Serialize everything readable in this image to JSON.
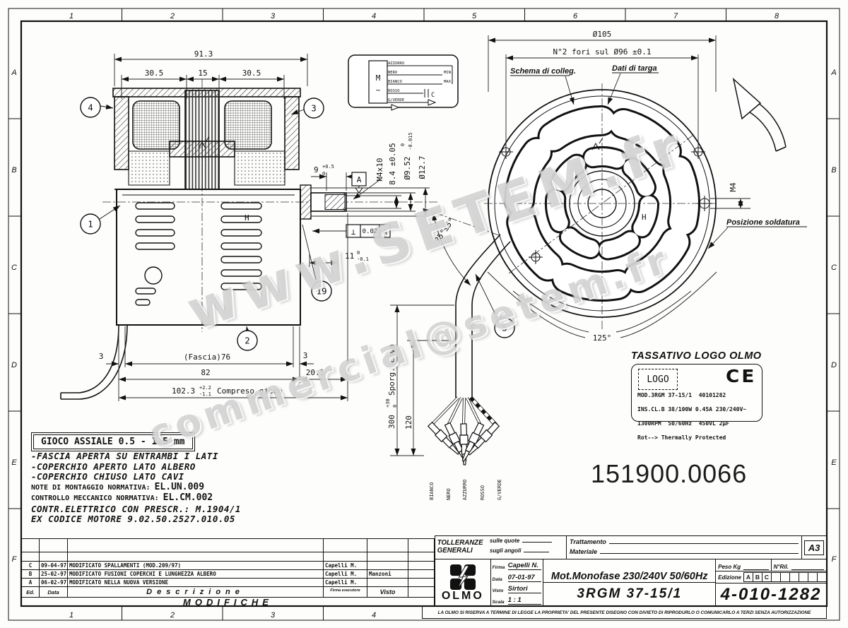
{
  "watermark": {
    "line1": "www.SETEM.fr",
    "line2": "commercial@setem.fr"
  },
  "border": {
    "top_zones": [
      "1",
      "2",
      "3",
      "4",
      "5",
      "6",
      "7",
      "8"
    ],
    "bottom_zones": [
      "1",
      "2",
      "3",
      "4"
    ],
    "left_rows": [
      "A",
      "B",
      "C",
      "D",
      "E",
      "F"
    ],
    "right_rows": [
      "A",
      "B",
      "C",
      "D",
      "E",
      "F"
    ]
  },
  "section_view": {
    "dim_total": "91.3",
    "dim_a": "30.5",
    "dim_b": "15",
    "dim_c": "30.5",
    "b1": "1",
    "b2": "2",
    "b3": "3",
    "b4": "4",
    "b19": "19",
    "label_h": "H",
    "shaft": {
      "dim_len": "9",
      "tolp": "+0.5",
      "tolm": "0",
      "thread": "M4x10",
      "dia1": "8.4 ±0.05",
      "dia2": "Ø9.52",
      "dia2_tp": "0",
      "dia2_tm": "-0.015",
      "dia3": "Ø12.7",
      "datum": "A",
      "gdt_sym": "⊥",
      "gdt_val": "0.02",
      "gdt_ref": "A",
      "len11": "11",
      "len11_tp": "0",
      "len11_tm": "-0.1"
    },
    "bottom": {
      "d3l": "3",
      "fascia": "(Fascia)76",
      "d3r": "3",
      "d82": "82",
      "d203": "20.3",
      "d1023": "102.3",
      "tp": "+2.2",
      "tm": "-1.1",
      "note": "Compreso gioco"
    }
  },
  "wiring_box": {
    "motor": "M",
    "tilde": "~",
    "wires": [
      "AZZURRO",
      "NERO",
      "BIANCO",
      "ROSSO",
      "G/VERDE"
    ],
    "min": "MIN.",
    "max": "MAX.",
    "cap": "C"
  },
  "front_view": {
    "dia105": "Ø105",
    "holes": "N°2 fori sul Ø96 ±0.1",
    "schema": "Schema di colleg.",
    "targa": "Dati di targa",
    "m4": "M4",
    "sold": "Posizione soldatura",
    "a125": "125°",
    "a25": "25°±5°",
    "h": "H",
    "b5": "5"
  },
  "cable": {
    "d120": "120",
    "d300": "300",
    "tp": "+30",
    "tm": "0",
    "note": "Sporg. cavo",
    "labels": [
      "BIANCO",
      "NERO",
      "AZZURRO",
      "ROSSO",
      "G/VERDE"
    ]
  },
  "nameplate": {
    "heading": "TASSATIVO LOGO OLMO",
    "logo": "LOGO",
    "ce": "CE",
    "line1": "MOD.3RGM 37-15/1  40101282",
    "line2": "INS.CL.B 38/100W 0.45A 230/240V~",
    "line3": "1300RPM  50/60Hz  450VL 2µF",
    "line4": "Rot--> Thermally Protected"
  },
  "part_number": "151900.0066",
  "notes": {
    "boxed": "GIOCO ASSIALE 0.5 - 1.5 mm",
    "l1": "-FASCIA APERTA SU ENTRAMBI I LATI",
    "l2": "-COPERCHIO APERTO LATO ALBERO",
    "l3": "-COPERCHIO CHIUSO LATO CAVI",
    "l4a": "NOTE DI MONTAGGIO NORMATIVA:",
    "l4b": "EL.UN.009",
    "l5a": "CONTROLLO MECCANICO NORMATIVA:",
    "l5b": "EL.CM.002",
    "l6": "CONTR.ELETTRICO CON PRESCR.: M.1904/1",
    "l7": "EX CODICE MOTORE 9.02.50.2527.010.05"
  },
  "revisions": {
    "rows": [
      {
        "ed": "C",
        "date": "09-04-97",
        "descr": "MODIFICATO SPALLAMENTI (MOD.209/97)",
        "firma": "Capelli M.",
        "visto": ""
      },
      {
        "ed": "B",
        "date": "25-02-97",
        "descr": "MODIFICATO FUSIONI COPERCHI E LUNGHEZZA ALBERO",
        "firma": "Capelli M.",
        "visto": "Manzoni"
      },
      {
        "ed": "A",
        "date": "06-02-97",
        "descr": "MODIFICATO NELLA NUOVA VERSIONE",
        "firma": "Capelli M.",
        "visto": ""
      }
    ],
    "hdr": {
      "ed": "Ed.",
      "date": "Data",
      "descr": "Descrizione",
      "firma": "Firma esecutore",
      "visto": "Visto"
    },
    "footer": "MODIFICHE"
  },
  "titleblock": {
    "tol1": "TOLLERANZE",
    "tol2": "GENERALI",
    "sulle_quote": "sulle quote",
    "sugli_angoli": "sugli angoli",
    "trattamento": "Trattamento",
    "materiale": "Materiale",
    "format": "A3",
    "logo": "OLMO",
    "firma_label": "Firma",
    "firma_value": "Capelli N.",
    "data_label": "Data",
    "data_value": "07-01-97",
    "visto_label": "Visto",
    "visto_value": "Sirtori",
    "scala_label": "Scala",
    "scala_value": "1 : 1",
    "title_line1": "Mot.Monofase 230/240V 50/60Hz",
    "title_line2": "3RGM 37-15/1",
    "peso_label": "Peso Kg",
    "nril_label": "N°Ril.",
    "edizione_label": "Edizione",
    "edizione_values": [
      "A",
      "B",
      "C"
    ],
    "drawing_number": "4-010-1282",
    "legal": "LA OLMO SI RISERVA A TERMINE DI LEGGE LA PROPRIETA' DEL PRESENTE DISEGNO CON DIVIETO DI RIPRODURLO O COMUNICARLO A TERZI SENZA AUTORIZZAZIONE"
  }
}
